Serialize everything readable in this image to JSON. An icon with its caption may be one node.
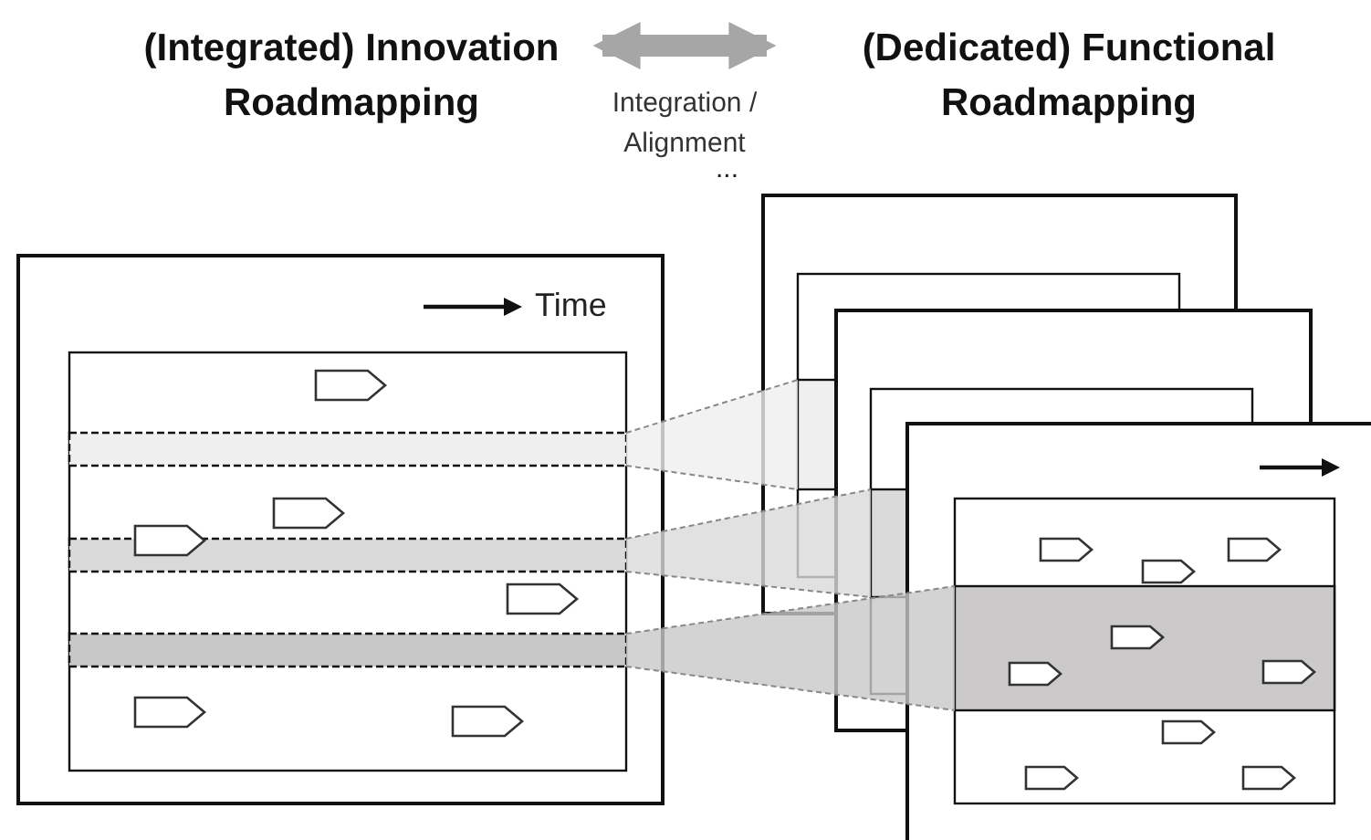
{
  "diagram": {
    "nodes": [
      {
        "text": [
          "(Integrated) Innovation Roadmapping"
        ]
      },
      {
        "text": [
          "(Dedicated) Functional Roadmapping"
        ]
      }
    ],
    "edges": [
      {
        "from": 0,
        "to": 1,
        "arrow": "both",
        "label": "Integration / Alignment",
        "color": "#a6a6a6"
      }
    ],
    "labels": [
      "...",
      "Time"
    ]
  }
}
